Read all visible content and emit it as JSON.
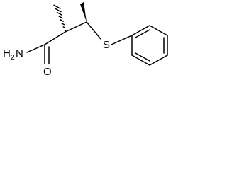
{
  "atoms": {
    "nh2_main": "H",
    "nh2_sub": "2",
    "nh2_n": "N",
    "oxygen": "O",
    "sulfur": "S"
  },
  "colors": {
    "ink": "#000000",
    "background": "#ffffff"
  }
}
